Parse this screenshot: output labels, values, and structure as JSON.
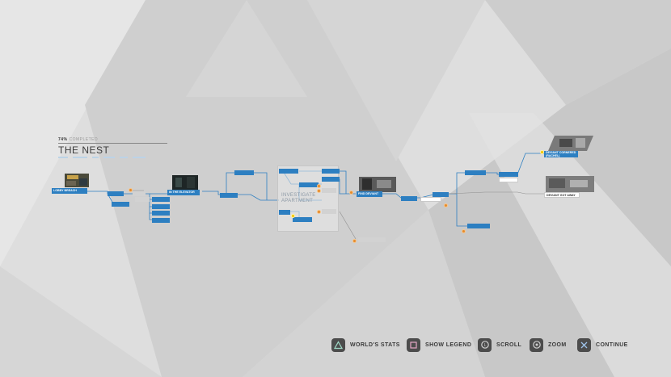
{
  "chapter": {
    "completion_pct": "74%",
    "completion_label": "COMPLETED",
    "title": "THE NEST"
  },
  "flowchart": {
    "start_node": "LOBBY BREACH",
    "elevator_node": "IN THE ELEVATOR",
    "investigate_title": "INVESTIGATE APARTMENT",
    "find_deviant_node": "FIND DEVIANT",
    "ending_top": "DEVIANT CORNERED (RACHEL)",
    "ending_bottom": "DEVIANT GOT AWAY"
  },
  "controls": [
    {
      "icon": "triangle-icon",
      "label": "WORLD'S STATS"
    },
    {
      "icon": "square-icon",
      "label": "SHOW LEGEND"
    },
    {
      "icon": "left-stick-icon",
      "label": "SCROLL"
    },
    {
      "icon": "right-stick-icon",
      "label": "ZOOM"
    },
    {
      "icon": "cross-icon",
      "label": "CONTINUE"
    }
  ],
  "colors": {
    "node_blue": "#2d7fc1",
    "background": "#dcdcdc",
    "marker_orange": "#e58a2c",
    "marker_yellow": "#f2c400"
  }
}
